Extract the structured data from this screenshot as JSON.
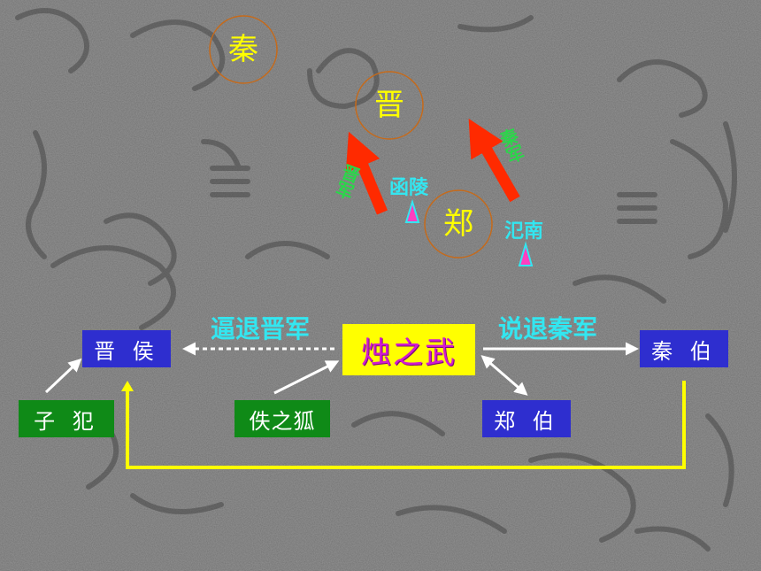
{
  "states": {
    "qin": "秦",
    "jin": "晋",
    "zheng": "郑"
  },
  "places": {
    "hanling": "函陵",
    "fannan": "氾南"
  },
  "armies": {
    "jin_army": "晋军",
    "qin_army": "秦军"
  },
  "actions": {
    "force_jin_retreat": "逼退晋军",
    "persuade_qin_retreat": "说退秦军"
  },
  "people": {
    "zhu_zhi_wu": "烛之武",
    "jin_hou": "晋 侯",
    "qin_bo": "秦 伯",
    "zi_fan": "子 犯",
    "yi_zhi_hu": "佚之狐",
    "zheng_bo": "郑 伯"
  },
  "colors": {
    "blue_box": "#2e2ecf",
    "green_box": "#0f8a17",
    "highlight_box": "#ffff00",
    "highlight_text": "#d11ad1",
    "circle": "#c66a1a",
    "army_arrow": "#ff2a00",
    "connector": "#ffff00",
    "marker": "#ff3fbf",
    "marker_edge": "#33e6f0"
  }
}
